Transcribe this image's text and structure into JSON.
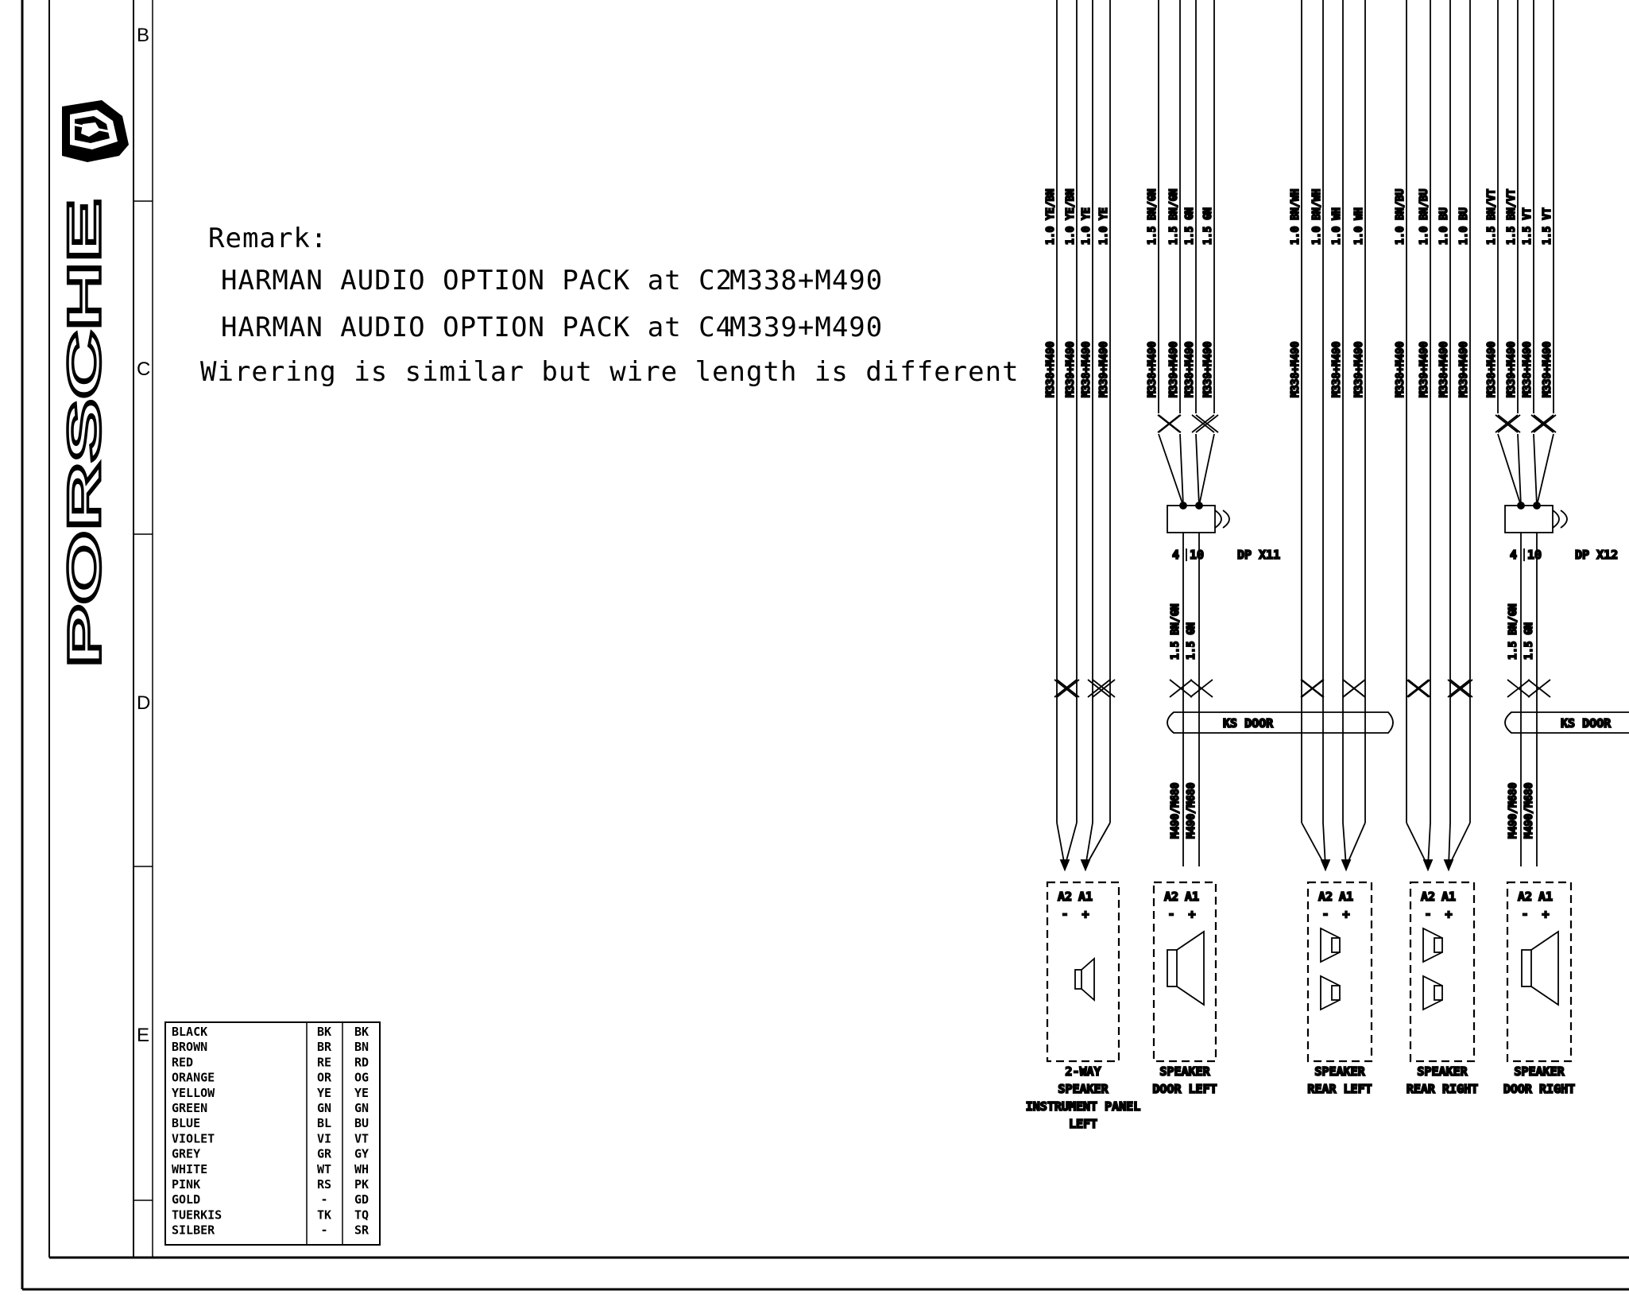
{
  "brand": {
    "name": "PORSCHE"
  },
  "zones": [
    "B",
    "C",
    "D",
    "E"
  ],
  "remark": {
    "title": "Remark:",
    "lines": [
      {
        "text": "HARMAN AUDIO OPTION PACK at C2",
        "code": "M338+M490"
      },
      {
        "text": "HARMAN AUDIO OPTION PACK at C4",
        "code": "M339+M490"
      }
    ],
    "note": "Wirering is similar but wire length is different"
  },
  "color_legend": {
    "rows": [
      {
        "name": "BLACK",
        "code1": "BK",
        "code2": "BK"
      },
      {
        "name": "BROWN",
        "code1": "BR",
        "code2": "BN"
      },
      {
        "name": "RED",
        "code1": "RE",
        "code2": "RD"
      },
      {
        "name": "ORANGE",
        "code1": "OR",
        "code2": "OG"
      },
      {
        "name": "YELLOW",
        "code1": "YE",
        "code2": "YE"
      },
      {
        "name": "GREEN",
        "code1": "GN",
        "code2": "GN"
      },
      {
        "name": "BLUE",
        "code1": "BL",
        "code2": "BU"
      },
      {
        "name": "VIOLET",
        "code1": "VI",
        "code2": "VT"
      },
      {
        "name": "GREY",
        "code1": "GR",
        "code2": "GY"
      },
      {
        "name": "WHITE",
        "code1": "WT",
        "code2": "WH"
      },
      {
        "name": "PINK",
        "code1": "RS",
        "code2": "PK"
      },
      {
        "name": "GOLD",
        "code1": "-",
        "code2": "GD"
      },
      {
        "name": "TUERKIS",
        "code1": "TK",
        "code2": "TQ"
      },
      {
        "name": "SILBER",
        "code1": "-",
        "code2": "SR"
      }
    ]
  },
  "wire_groups": [
    {
      "component": [
        "2-WAY",
        "SPEAKER",
        "INSTRUMENT PANEL",
        "LEFT"
      ],
      "pins": [
        "A2",
        "A1"
      ],
      "wires": [
        {
          "code": "M338+M490",
          "spec": "1.0 YE/BN"
        },
        {
          "code": "M339+M490",
          "spec": "1.0 YE/BN"
        },
        {
          "code": "M338+M490",
          "spec": "1.0 YE"
        },
        {
          "code": "M339+M490",
          "spec": "1.0 YE"
        }
      ]
    },
    {
      "component": [
        "SPEAKER",
        "DOOR LEFT"
      ],
      "pins": [
        "A2",
        "A1"
      ],
      "connector": {
        "name": "DP X11",
        "pins": [
          "4",
          "10"
        ]
      },
      "ks": "KS DOOR",
      "lower_wires": [
        {
          "code": "M490/M680",
          "spec": "1.5 BN/GN"
        },
        {
          "code": "M490/M680",
          "spec": "1.5 GN"
        }
      ],
      "wires": [
        {
          "code": "M338+M490",
          "spec": "1.5 BN/GN"
        },
        {
          "code": "M339+M490",
          "spec": "1.5 BN/GN"
        },
        {
          "code": "M338+M490",
          "spec": "1.5 GN"
        },
        {
          "code": "M339+M490",
          "spec": "1.5 GN"
        }
      ]
    },
    {
      "component": [
        "SPEAKER",
        "REAR LEFT"
      ],
      "pins": [
        "A2",
        "A1"
      ],
      "wires": [
        {
          "code": "M338+M490",
          "spec": "1.0 BN/WH"
        },
        {
          "code": "",
          "spec": "1.0 BN/WH"
        },
        {
          "code": "M338+M490",
          "spec": "1.0 WH"
        },
        {
          "code": "M339+M490",
          "spec": "1.0 WH"
        }
      ]
    },
    {
      "component": [
        "SPEAKER",
        "REAR RIGHT"
      ],
      "pins": [
        "A2",
        "A1"
      ],
      "wires": [
        {
          "code": "M338+M490",
          "spec": "1.0 BN/BU"
        },
        {
          "code": "M339+M490",
          "spec": "1.0 BN/BU"
        },
        {
          "code": "M338+M490",
          "spec": "1.0 BU"
        },
        {
          "code": "M339+M490",
          "spec": "1.0 BU"
        }
      ]
    },
    {
      "component": [
        "SPEAKER",
        "DOOR RIGHT"
      ],
      "pins": [
        "A2",
        "A1"
      ],
      "connector": {
        "name": "DP X12",
        "pins": [
          "4",
          "10"
        ]
      },
      "ks": "KS DOOR",
      "lower_wires": [
        {
          "code": "M490/M680",
          "spec": "1.5 BN/GN"
        },
        {
          "code": "M490/M680",
          "spec": "1.5 GN"
        }
      ],
      "wires": [
        {
          "code": "M338+M490",
          "spec": "1.5 BN/VT"
        },
        {
          "code": "M339+M490",
          "spec": "1.5 BN/VT"
        },
        {
          "code": "M338+M490",
          "spec": "1.5 VT"
        },
        {
          "code": "M339+M490",
          "spec": "1.5 VT"
        }
      ]
    }
  ]
}
